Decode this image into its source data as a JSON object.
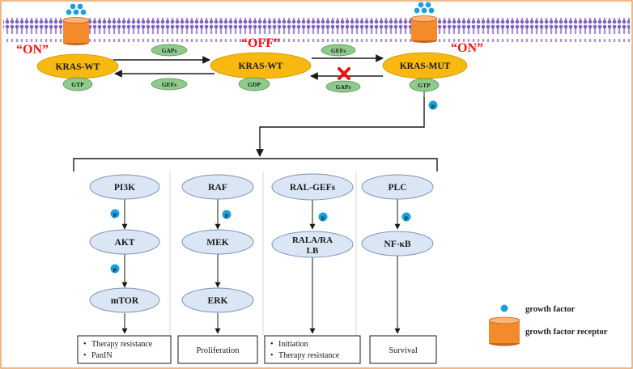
{
  "membrane": {
    "state_left": "“ON”",
    "state_mid": "“OFF”",
    "state_right": "“ON”"
  },
  "kras": {
    "wt_left": "KRAS-WT",
    "wt_mid": "KRAS-WT",
    "mut": "KRAS-MUT",
    "gtp_left": "GTP",
    "gdp_mid": "GDP",
    "gtp_right": "GTP"
  },
  "regulators": {
    "gaps_top": "GAPs",
    "gefs_top": "GEFs",
    "gefs_bottom": "GEFs",
    "gaps_blocked": "GAPs"
  },
  "phospho": "p",
  "pathways": [
    {
      "first": "PI3K",
      "second": "AKT",
      "third": "mTOR",
      "outcomes": [
        "Therapy resistance",
        "PanIN"
      ]
    },
    {
      "first": "RAF",
      "second": "MEK",
      "third": "ERK",
      "outcomes": [
        "Proliferation"
      ]
    },
    {
      "first": "RAL-GEFs",
      "second_line1": "RALA/RA",
      "second_line2": "LB",
      "outcomes": [
        "Initiation",
        "Therapy resistance"
      ]
    },
    {
      "first": "PLC",
      "second": "NF-κB",
      "outcomes": [
        "Survival"
      ]
    }
  ],
  "legend": {
    "factor": "growth factor",
    "receptor": "growth factor receptor"
  },
  "colors": {
    "frame": "#e8a25f",
    "kras_fill": "#f7b90f",
    "small_fill": "#8fca8c",
    "node_fill": "#dbe6f4",
    "node_stroke": "#7f93b6",
    "receptor": "#f38a2c",
    "dot": "#1aa0e0",
    "on_off": "#ff1010",
    "membrane": "#8060c4",
    "block": "#ee1111"
  }
}
